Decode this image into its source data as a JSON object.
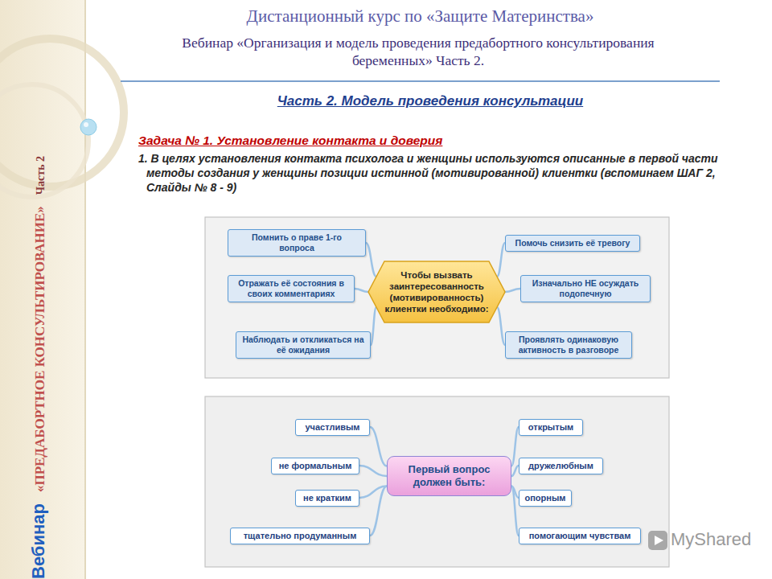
{
  "diagram": {
    "title": "Дистанционный курс по «Защите Материнства»",
    "nodes": [
      {
        "text": [
          "Чтобы вызвать заинтересованность (мотивированность) клиентки необходимо:"
        ]
      },
      {
        "text": [
          "Помнить о праве 1-го вопроса"
        ]
      },
      {
        "text": [
          "Помочь снизить её тревогу"
        ]
      },
      {
        "text": [
          "Отражать её состояния в своих комментариях"
        ]
      },
      {
        "text": [
          "Изначально НЕ осуждать подопечную"
        ]
      },
      {
        "text": [
          "Наблюдать и откликаться на её ожидания"
        ]
      },
      {
        "text": [
          "Проявлять одинаковую активность в разговоре"
        ]
      },
      {
        "text": [
          "Первый вопрос должен быть:"
        ]
      },
      {
        "text": [
          "участливым"
        ]
      },
      {
        "text": [
          "открытым"
        ]
      },
      {
        "text": [
          "не формальным"
        ]
      },
      {
        "text": [
          "дружелюбным"
        ]
      },
      {
        "text": [
          "не кратким"
        ]
      },
      {
        "text": [
          "опорным"
        ]
      },
      {
        "text": [
          "тщательно продуманным"
        ]
      },
      {
        "text": [
          "помогающим чувствам"
        ]
      }
    ],
    "edges": [
      {
        "from": 0,
        "to": 1,
        "arrow": "none"
      },
      {
        "from": 0,
        "to": 2,
        "arrow": "none"
      },
      {
        "from": 0,
        "to": 3,
        "arrow": "none"
      },
      {
        "from": 0,
        "to": 4,
        "arrow": "none"
      },
      {
        "from": 0,
        "to": 5,
        "arrow": "none"
      },
      {
        "from": 0,
        "to": 6,
        "arrow": "none"
      },
      {
        "from": 7,
        "to": 8,
        "arrow": "none"
      },
      {
        "from": 7,
        "to": 9,
        "arrow": "none"
      },
      {
        "from": 7,
        "to": 10,
        "arrow": "none"
      },
      {
        "from": 7,
        "to": 11,
        "arrow": "none"
      },
      {
        "from": 7,
        "to": 12,
        "arrow": "none"
      },
      {
        "from": 7,
        "to": 13,
        "arrow": "none"
      },
      {
        "from": 7,
        "to": 14,
        "arrow": "none"
      },
      {
        "from": 7,
        "to": 15,
        "arrow": "none"
      }
    ],
    "labels": [
      "Вебинар «Организация и модель проведения предабортного консультирования беременных» Часть 2.",
      "Часть 2. Модель проведения консультации",
      "Задача № 1. Установление контакта и доверия",
      "1. В целях установления контакта психолога и женщины используются описанные в первой части методы создания у женщины позиции истинной (мотивированной) клиентки (вспоминаем ШАГ 2, Слайды № 8 - 9)",
      "Вебинар",
      "«ПРЕДАБОРТНОЕ КОНСУЛЬТИРОВАНИЕ»",
      "Часть 2",
      "MyShared"
    ]
  }
}
